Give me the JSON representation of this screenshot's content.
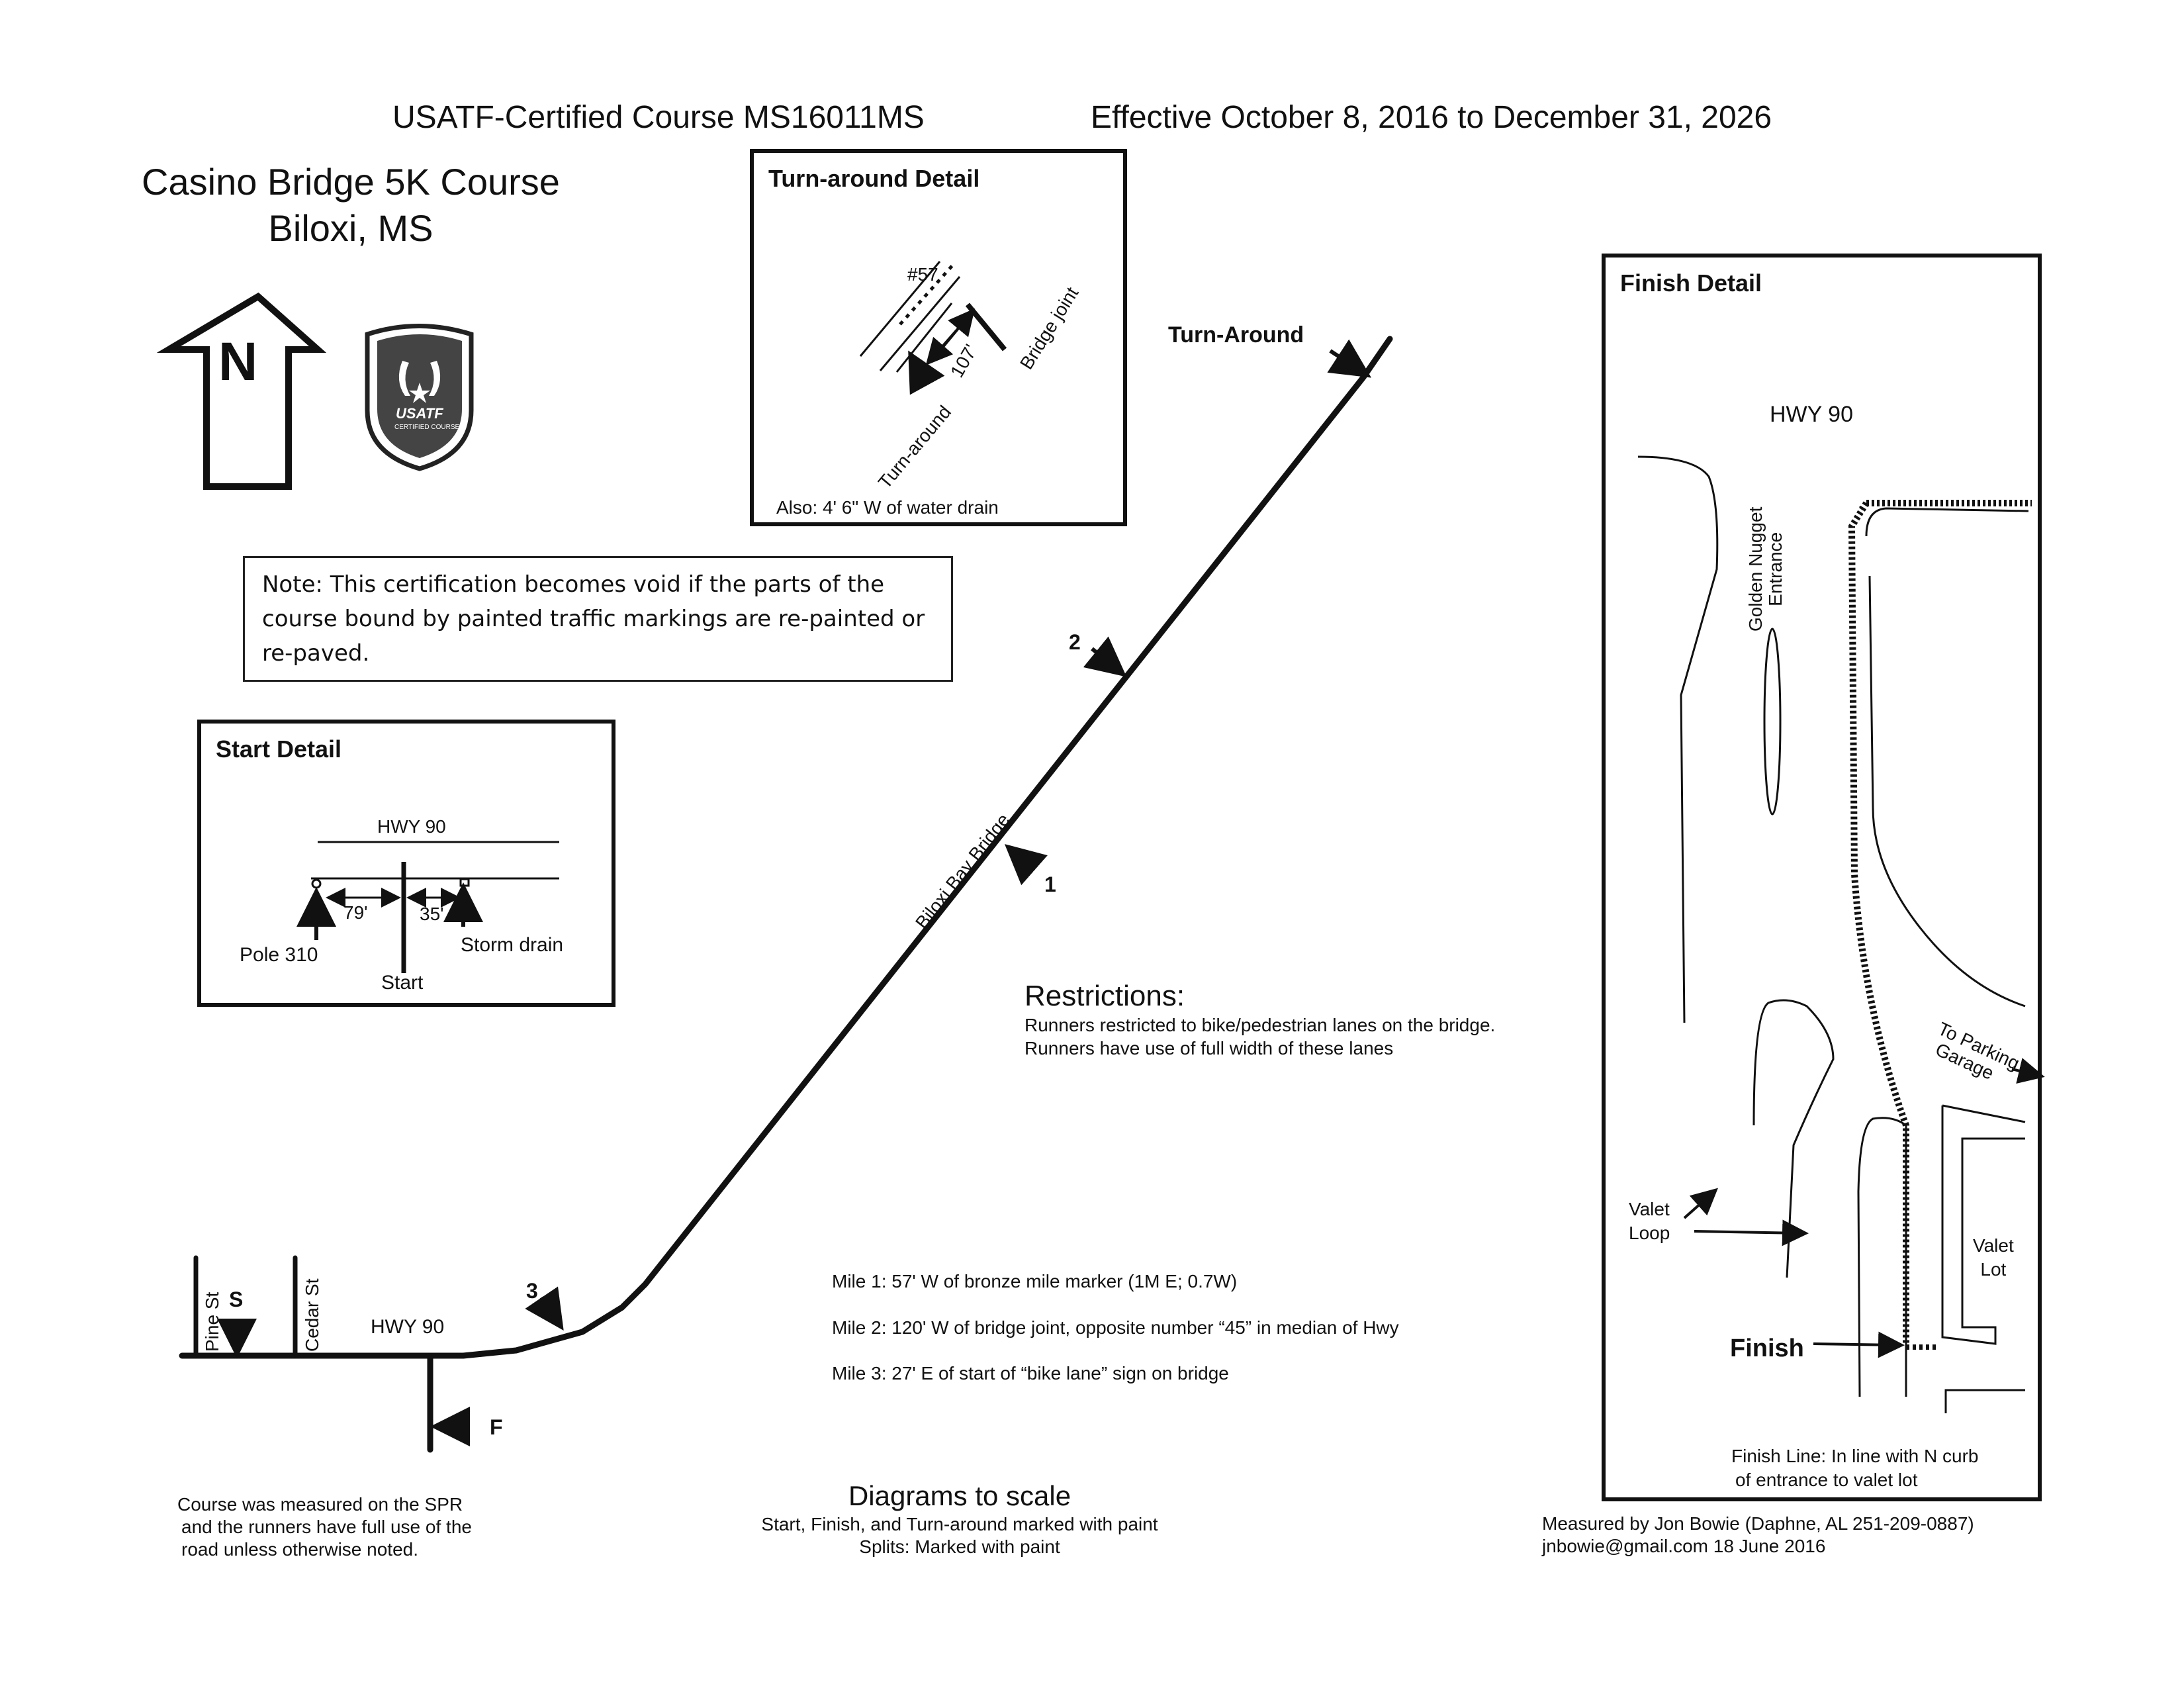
{
  "header": {
    "certification": "USATF-Certified Course MS16011MS",
    "effective": "Effective October 8, 2016 to December 31, 2026"
  },
  "title": {
    "line1": "Casino Bridge 5K Course",
    "line2": "Biloxi, MS"
  },
  "north_arrow": {
    "label": "N",
    "icon": "north-arrow-icon"
  },
  "logo": {
    "text": "USATF",
    "subtext": "CERTIFIED COURSE",
    "icon": "usatf-shield-logo"
  },
  "note": {
    "lines": [
      "Note: This certification becomes void if the parts of the",
      "course bound by painted traffic markings are re-painted or",
      "re-paved."
    ]
  },
  "turnaround_detail": {
    "title": "Turn-around Detail",
    "marker": "#57",
    "distance": "107'",
    "bridge_joint": "Bridge joint",
    "turnaround": "Turn-around",
    "also": "Also: 4' 6\" W of water drain"
  },
  "start_detail": {
    "title": "Start Detail",
    "road": "HWY 90",
    "dist_left": "79'",
    "dist_right": "35'",
    "pole": "Pole 310",
    "start": "Start",
    "storm_drain": "Storm drain"
  },
  "finish_detail": {
    "title": "Finish Detail",
    "road": "HWY 90",
    "entrance_line1": "Golden Nugget",
    "entrance_line2": "Entrance",
    "parking_line1": "To Parking",
    "parking_line2": "Garage",
    "valet_loop_line1": "Valet",
    "valet_loop_line2": "Loop",
    "valet_lot_line1": "Valet",
    "valet_lot_line2": "Lot",
    "finish": "Finish",
    "finish_line_1": "Finish Line: In line with N curb",
    "finish_line_2": "of entrance to valet lot"
  },
  "course_map": {
    "turn_around": "Turn-Around",
    "bridge": "Biloxi Bay Bridge",
    "mile1": "1",
    "mile2": "2",
    "mile3": "3",
    "pine_st": "Pine St",
    "cedar_st": "Cedar St",
    "hwy": "HWY 90",
    "start_marker": "S",
    "finish_marker": "F"
  },
  "restrictions": {
    "title": "Restrictions:",
    "line1": "Runners restricted to bike/pedestrian lanes on the bridge.",
    "line2": "Runners have use of full width of these lanes"
  },
  "miles": {
    "mile1": "Mile 1: 57' W of bronze mile marker (1M E; 0.7W)",
    "mile2": "Mile 2: 120' W of bridge joint, opposite number “45”  in median of Hwy",
    "mile3": "Mile 3: 27' E of start of “bike lane” sign on bridge"
  },
  "footer": {
    "measured_line1": "Course was measured on the SPR",
    "measured_line2": "and the runners have full use of the",
    "measured_line3": "road unless otherwise noted.",
    "scale_title": "Diagrams to scale",
    "scale_line1": "Start, Finish, and Turn-around marked with paint",
    "scale_line2": "Splits: Marked with paint",
    "measurer_line1": "Measured by Jon Bowie (Daphne, AL 251-209-0887)",
    "measurer_line2": "jnbowie@gmail.com 18 June 2016"
  }
}
